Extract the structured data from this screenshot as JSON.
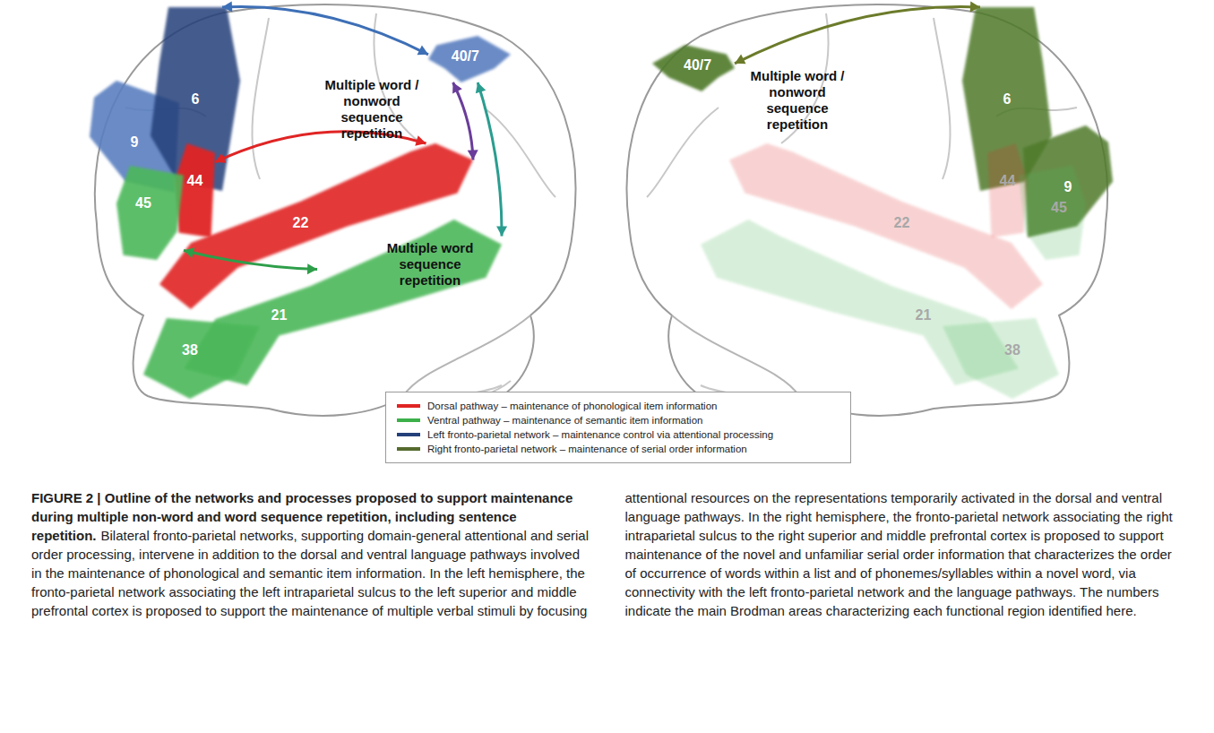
{
  "diagram": {
    "title": "FIGURE 2 | Outline of the networks and processes proposed to support maintenance during multiple non-word and word sequence repetition, including sentence repetition.",
    "caption": "Bilateral fronto-parietal networks, supporting domain-general attentional and serial order processing, intervene in addition to the dorsal and ventral language pathways involved in the maintenance of phonological and semantic item information. In the left hemisphere, the fronto-parietal network associating the left intraparietal sulcus to the left superior and middle prefrontal cortex is proposed to support the maintenance of multiple verbal stimuli by focusing attentional resources on the representations temporarily activated in the dorsal and ventral language pathways. In the right hemisphere, the fronto-parietal network associating the right intraparietal sulcus to the right superior and middle prefrontal cortex is proposed to support maintenance of the novel and unfamiliar serial order information that characterizes the order of occurrence of words within a list and of phonemes/syllables within a novel word, via connectivity with the left fronto-parietal network and the language pathways. The numbers indicate the main Brodman areas characterizing each functional region identified here.",
    "nodes": [
      {
        "text": [
          "9"
        ]
      },
      {
        "text": [
          "6"
        ]
      },
      {
        "text": [
          "40/7"
        ]
      },
      {
        "text": [
          "44"
        ]
      },
      {
        "text": [
          "45"
        ]
      },
      {
        "text": [
          "22"
        ]
      },
      {
        "text": [
          "21"
        ]
      },
      {
        "text": [
          "38"
        ]
      },
      {
        "text": [
          "40/7"
        ]
      },
      {
        "text": [
          "6"
        ]
      },
      {
        "text": [
          "9"
        ]
      },
      {
        "text": [
          "44"
        ]
      },
      {
        "text": [
          "22"
        ]
      },
      {
        "text": [
          "45"
        ]
      },
      {
        "text": [
          "21"
        ]
      },
      {
        "text": [
          "38"
        ]
      }
    ],
    "edges": [
      {
        "from": 1,
        "to": 2,
        "arrow": "both"
      },
      {
        "from": 3,
        "to": 5,
        "arrow": "both"
      },
      {
        "from": 4,
        "to": 6,
        "arrow": "both"
      },
      {
        "from": 2,
        "to": 5,
        "arrow": "both"
      },
      {
        "from": 2,
        "to": 6,
        "arrow": "both"
      },
      {
        "from": 8,
        "to": 9,
        "arrow": "both"
      }
    ],
    "labels": [
      "Multiple word / nonword sequence repetition",
      "Multiple word sequence repetition",
      "Multiple word / nonword sequence repetition"
    ],
    "legend": [
      {
        "text": "Dorsal pathway – maintenance of phonological item information",
        "color": "#e02424"
      },
      {
        "text": "Ventral pathway – maintenance of semantic item information",
        "color": "#3cb04a"
      },
      {
        "text": "Left fronto-parietal network – maintenance control via attentional processing",
        "color": "#24407a"
      },
      {
        "text": "Right fronto-parietal network – maintenance of serial order information",
        "color": "#556b2f"
      }
    ]
  }
}
